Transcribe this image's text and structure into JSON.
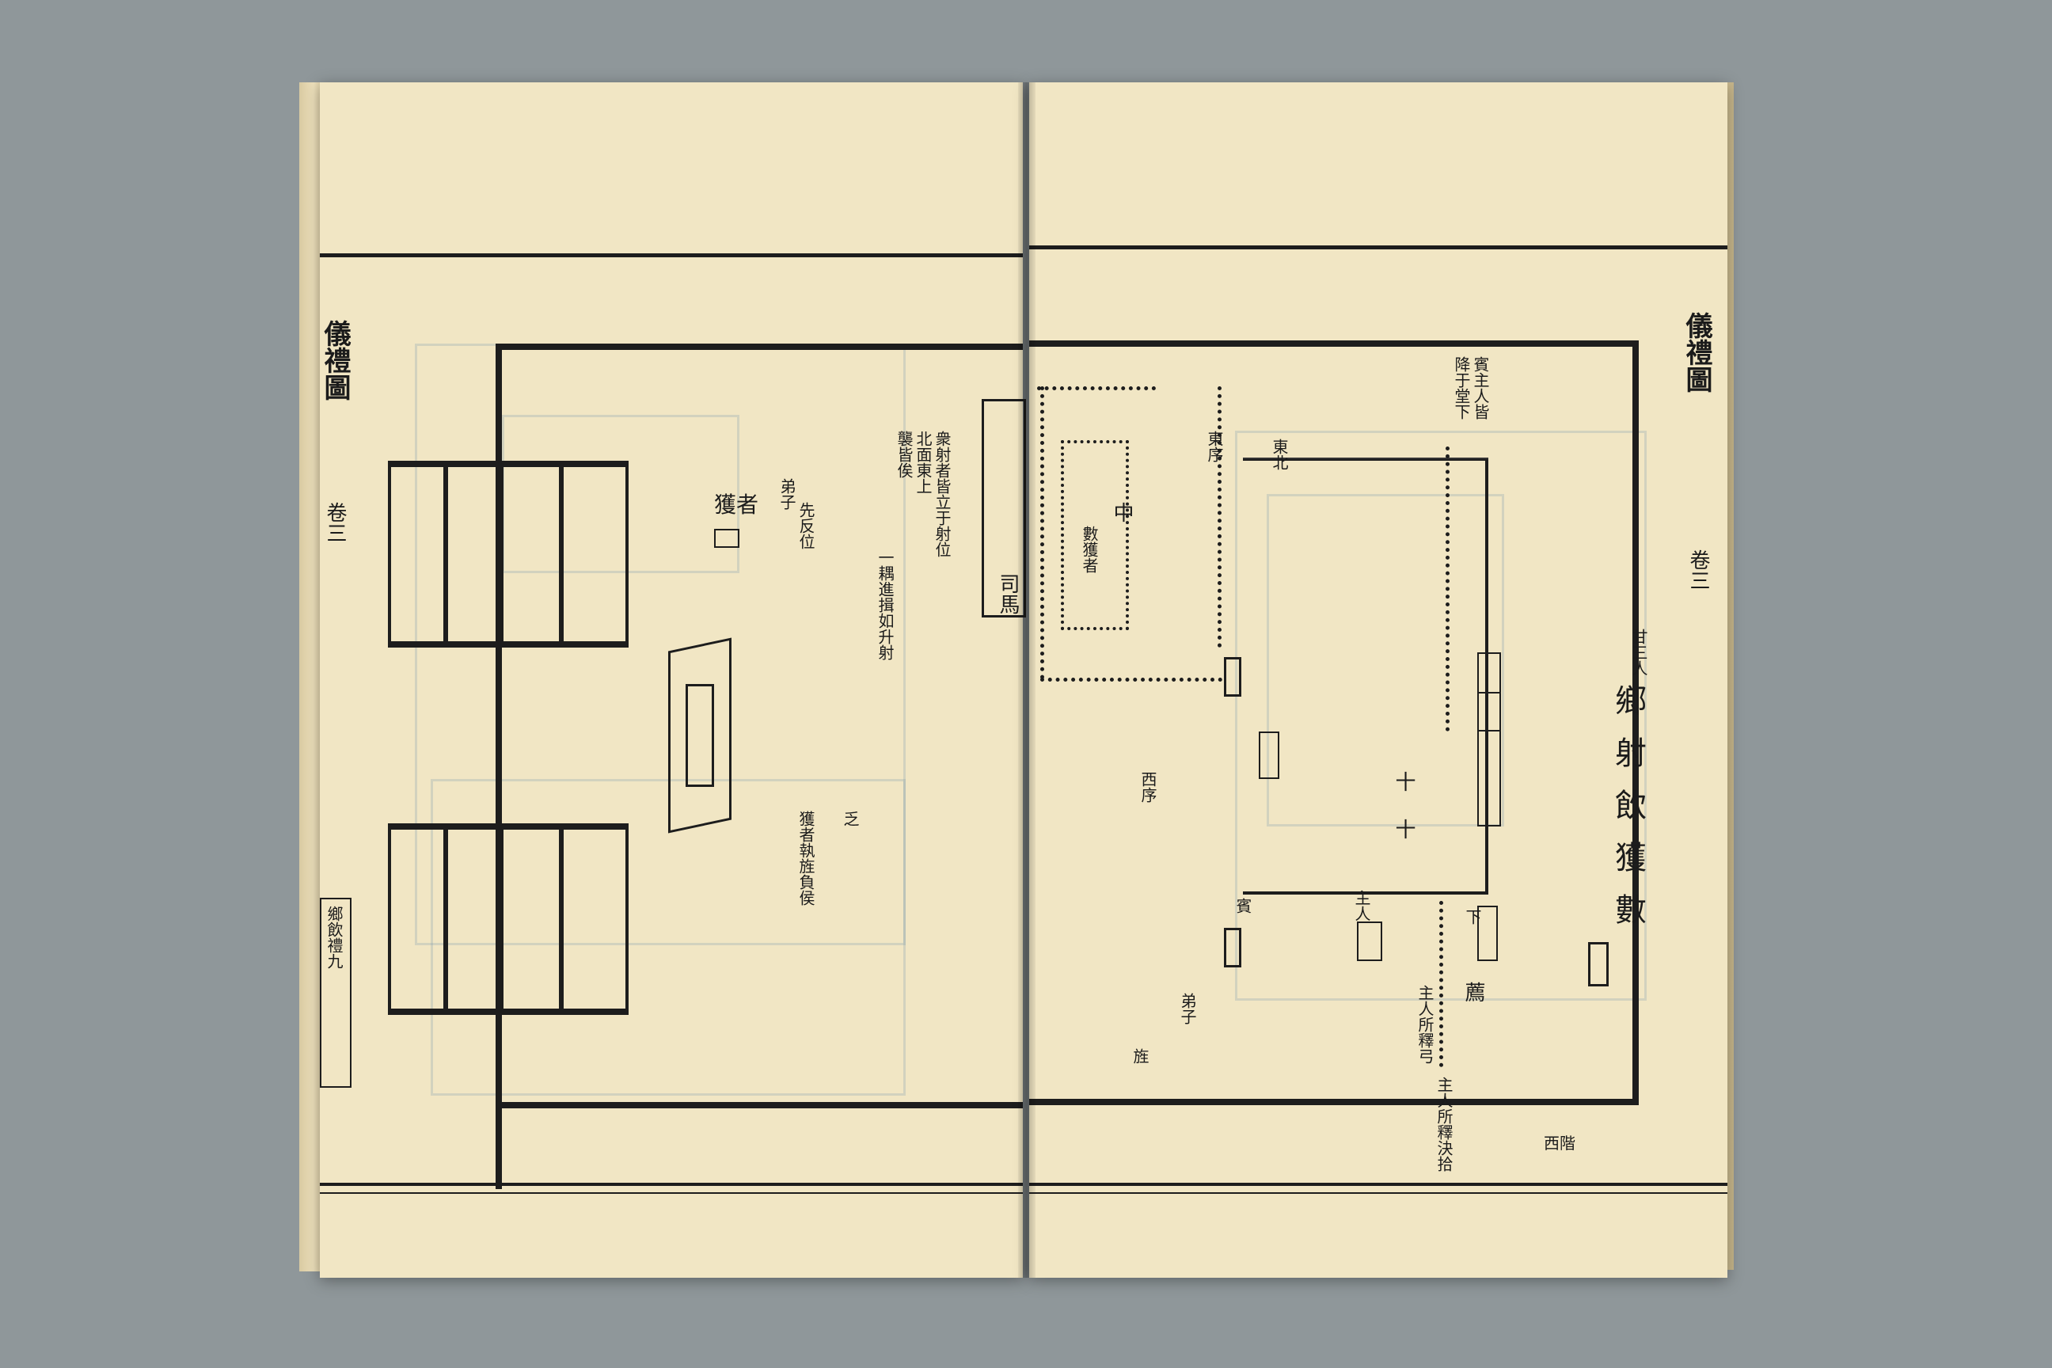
{
  "book": {
    "left_margin_title": "儀禮圖",
    "left_margin_volume": "卷三",
    "left_folio": "鄉飲禮九",
    "right_margin_title": "儀禮圖",
    "right_margin_volume": "卷三"
  },
  "right_page": {
    "figure_title": "鄉射飲獲數",
    "side_note": "甘三人",
    "labels": {
      "sima": "司馬",
      "zhong": "中",
      "shidi": "十",
      "shidi2": "十",
      "jian": "薦",
      "zhuren_shiyi": "主人所釋弓",
      "zhuren_shiyi2": "主人所釋決拾",
      "dizi": "弟子",
      "bin_pos": "賓",
      "zhu_pos": "主人",
      "right_top_note": "賓主人皆",
      "right_top_note2": "降于堂下",
      "shoushu": "數獲者",
      "dongbei": "東北",
      "xiadi": "下",
      "qicha": "旌",
      "bottom_note": "西階",
      "mid_note": "東序",
      "mid_note2": "西序"
    }
  },
  "left_page": {
    "labels": {
      "huozhe": "獲者",
      "fu": "乏",
      "sheweizhe": "衆射者皆立于射位",
      "sheweizhe2": "北面東上",
      "dizi_note": "弟子",
      "rangshe": "襲皆俟",
      "rangshe2": "一耦進揖如升射",
      "hou_note": "獲者執旌負侯",
      "xianxing": "先反位"
    }
  }
}
